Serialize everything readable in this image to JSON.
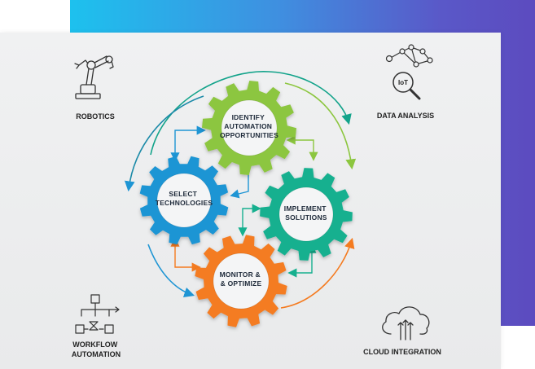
{
  "colors": {
    "green": "#8cc63f",
    "blue": "#1e95d4",
    "teal": "#16b08f",
    "orange": "#f47b20",
    "tealArrow": "#12a38a",
    "darkArrow": "#1b8aa8"
  },
  "gears": {
    "identify": [
      "IDENTIFY",
      "AUTOMATION",
      "OPPORTUNITIES"
    ],
    "select": [
      "SELECT",
      "TECHNOLOGIES"
    ],
    "implement": [
      "IMPLEMENT",
      "SOLUTIONS"
    ],
    "monitor": [
      "MONITOR &",
      "& OPTIMIZE"
    ]
  },
  "corners": {
    "robotics": "ROBOTICS",
    "data_analysis": "DATA ANALYSIS",
    "iot": "IoT",
    "workflow": [
      "WORKFLOW",
      "AUTOMATION"
    ],
    "cloud": "CLOUD INTEGRATION"
  }
}
